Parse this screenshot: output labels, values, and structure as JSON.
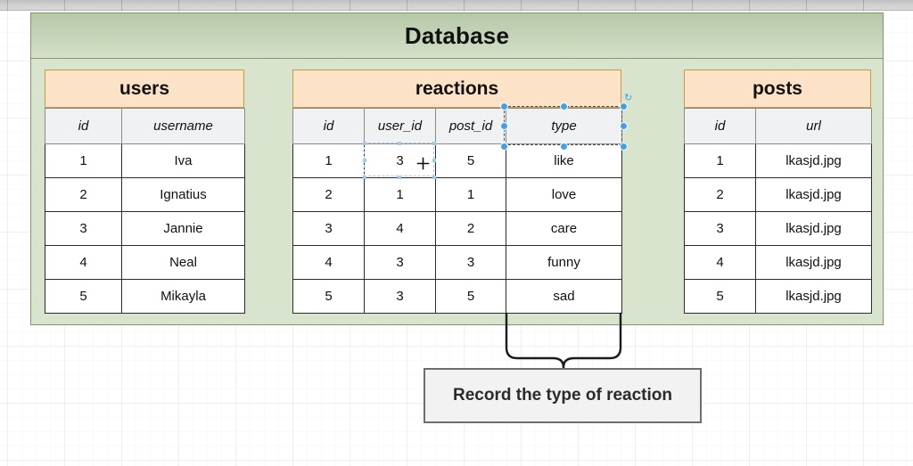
{
  "canvas": {
    "background_color": "#ffffff",
    "grid": "on"
  },
  "diagram": {
    "title": "Database",
    "container_color": "#d8e4cd",
    "container_border_color": "#7d9a68",
    "title_band_color": "#c6d5b8"
  },
  "tables": [
    {
      "name": "users",
      "title_fill": "#fce2c6",
      "title_border": "#c79a43",
      "columns": [
        "id",
        "username"
      ],
      "rows": [
        [
          "1",
          "Iva"
        ],
        [
          "2",
          "Ignatius"
        ],
        [
          "3",
          "Jannie"
        ],
        [
          "4",
          "Neal"
        ],
        [
          "5",
          "Mikayla"
        ]
      ]
    },
    {
      "name": "reactions",
      "title_fill": "#fce2c6",
      "title_border": "#c79a43",
      "columns": [
        "id",
        "user_id",
        "post_id",
        "type"
      ],
      "rows": [
        [
          "1",
          "3",
          "5",
          "like"
        ],
        [
          "2",
          "1",
          "1",
          "love"
        ],
        [
          "3",
          "4",
          "2",
          "care"
        ],
        [
          "4",
          "3",
          "3",
          "funny"
        ],
        [
          "5",
          "3",
          "5",
          "sad"
        ]
      ]
    },
    {
      "name": "posts",
      "title_fill": "#fce2c6",
      "title_border": "#c79a43",
      "columns": [
        "id",
        "url"
      ],
      "rows": [
        [
          "1",
          "lkasjd.jpg"
        ],
        [
          "2",
          "lkasjd.jpg"
        ],
        [
          "3",
          "lkasjd.jpg"
        ],
        [
          "4",
          "lkasjd.jpg"
        ],
        [
          "5",
          "lkasjd.jpg"
        ]
      ]
    }
  ],
  "selection": {
    "target": "type",
    "handle_color": "#3fa2e8",
    "rotate_glyph": "↻"
  },
  "hover": {
    "target_value": "3",
    "outline_color": "#9ecbef"
  },
  "annotation": {
    "text": "Record the type of reaction",
    "border_color": "#6d6d6d",
    "fill_color": "#f2f2f2",
    "brace_color": "#1a1a1a"
  }
}
